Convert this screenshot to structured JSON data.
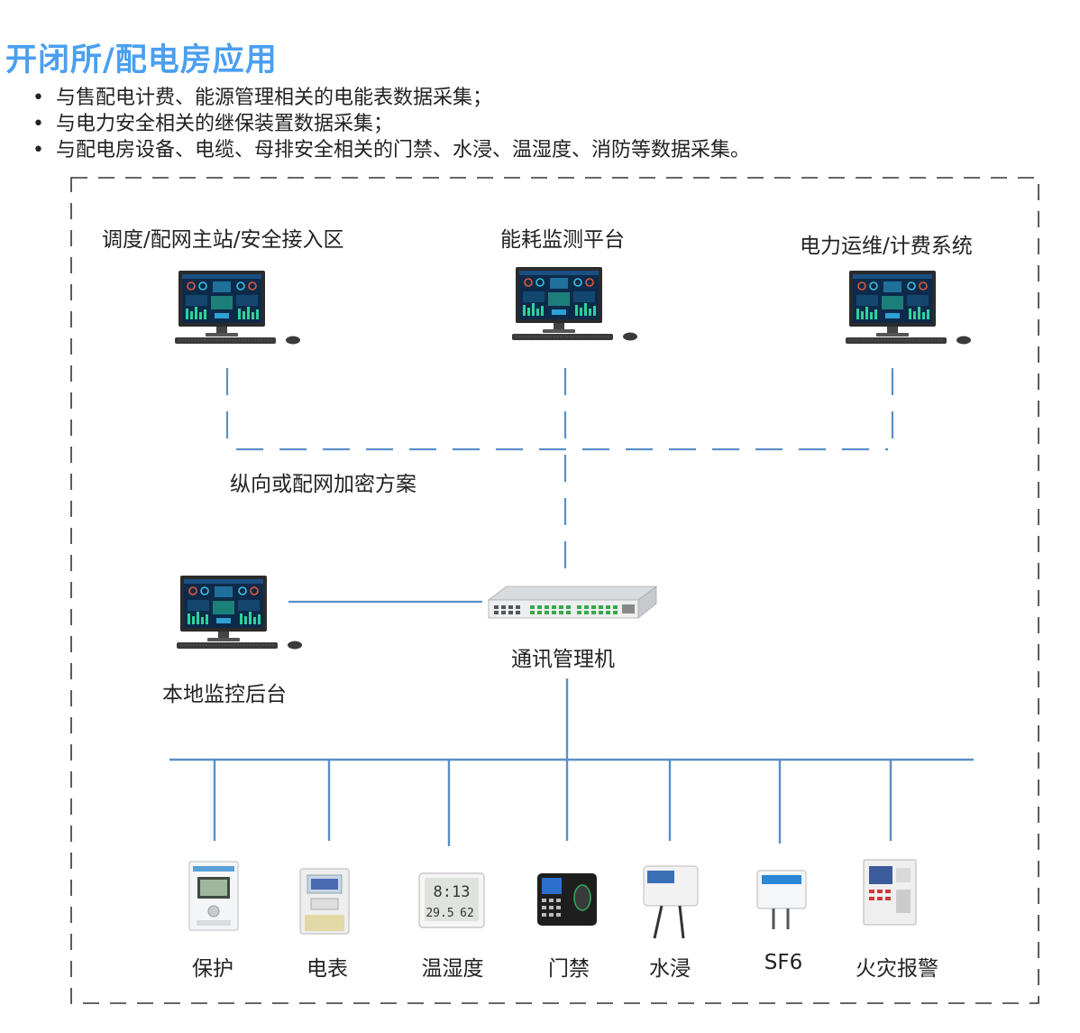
{
  "title": "开闭所/配电房应用",
  "bullets": [
    "与售配电计费、能源管理相关的电能表数据采集；",
    "与电力安全相关的继保装置数据采集；",
    "与配电房设备、电缆、母排安全相关的门禁、水浸、温湿度、消防等数据采集。"
  ],
  "top_stations": [
    {
      "label": "调度/配网主站/安全接入区",
      "icon": "desktop-computer-icon"
    },
    {
      "label": "能耗监测平台",
      "icon": "desktop-computer-icon"
    },
    {
      "label": "电力运维/计费系统",
      "icon": "desktop-computer-icon"
    }
  ],
  "encryption_label": "纵向或配网加密方案",
  "local_station": {
    "label": "本地监控后台",
    "icon": "desktop-computer-icon"
  },
  "comm_manager": {
    "label": "通讯管理机",
    "icon": "rack-server-icon"
  },
  "devices": [
    {
      "label": "保护",
      "icon": "protection-relay-icon"
    },
    {
      "label": "电表",
      "icon": "electric-meter-icon"
    },
    {
      "label": "温湿度",
      "icon": "thermo-hygrometer-icon",
      "display_time": "8:13",
      "display_temp": "29.5",
      "display_hum": "62"
    },
    {
      "label": "门禁",
      "icon": "access-control-icon"
    },
    {
      "label": "水浸",
      "icon": "water-leak-sensor-icon"
    },
    {
      "label": "SF6",
      "icon": "sf6-sensor-icon"
    },
    {
      "label": "火灾报警",
      "icon": "fire-alarm-panel-icon"
    }
  ],
  "colors": {
    "title": "#4a9ff0",
    "link": "#5b8fc7",
    "frame": "#333333"
  }
}
